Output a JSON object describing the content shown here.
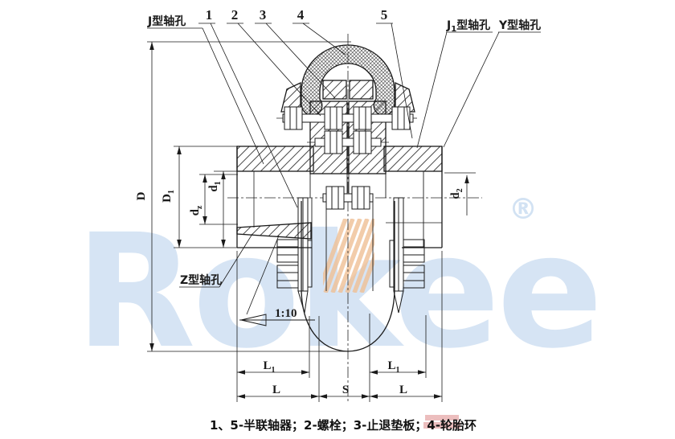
{
  "bore_labels": {
    "j_bore": {
      "pre": "J",
      "sub": "",
      "post": "型轴孔"
    },
    "j1_bore": {
      "pre": "J",
      "sub": "1",
      "post": "型轴孔"
    },
    "y_bore": {
      "pre": "Y",
      "sub": "",
      "post": "型轴孔"
    },
    "z_bore": {
      "pre": "Z",
      "sub": "",
      "post": "型轴孔"
    }
  },
  "callouts": {
    "c1": "1",
    "c2": "2",
    "c3": "3",
    "c4": "4",
    "c5": "5"
  },
  "dimensions": {
    "D": {
      "main": "D",
      "sub": ""
    },
    "D1": {
      "main": "D",
      "sub": "1"
    },
    "dz": {
      "main": "d",
      "sub": "z"
    },
    "d1": {
      "main": "d",
      "sub": "1"
    },
    "d2": {
      "main": "d",
      "sub": "2"
    },
    "L1_left": {
      "main": "L",
      "sub": "1"
    },
    "L1_right": {
      "main": "L",
      "sub": "1"
    },
    "L_left": {
      "main": "L",
      "sub": ""
    },
    "S": {
      "main": "S",
      "sub": ""
    },
    "L_right": {
      "main": "L",
      "sub": ""
    }
  },
  "taper": {
    "ratio": "1:10"
  },
  "watermark": {
    "brand": "Rokee",
    "registered": "®",
    "blue": "#d2e2f3",
    "orange": "#f0c096",
    "stamp_red": "#dd8a8a"
  },
  "caption": {
    "text": "1、5-半联轴器；2-螺栓；3-止退垫板；4-轮胎环"
  },
  "colors": {
    "line": "#1a1a1a",
    "background": "#ffffff"
  }
}
